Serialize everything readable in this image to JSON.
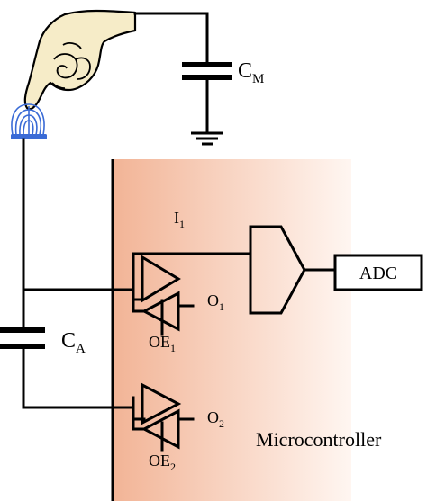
{
  "labels": {
    "cm_main": "C",
    "cm_sub": "M",
    "ca_main": "C",
    "ca_sub": "A",
    "i1_main": "I",
    "i1_sub": "1",
    "o1_main": "O",
    "o1_sub": "1",
    "oe1_main": "OE",
    "oe1_sub": "1",
    "o2_main": "O",
    "o2_sub": "2",
    "oe2_main": "OE",
    "oe2_sub": "2",
    "adc": "ADC",
    "microcontroller": "Microcontroller"
  },
  "colors": {
    "mcu_fill_left": "#f2b496",
    "mcu_fill_right": "#fff6f1",
    "ink": "#000000",
    "electric_field": "#3a6bd6",
    "skin": "#f6ecc8"
  },
  "icons": {
    "finger": "pointing-hand-icon",
    "electrode": "touch-electrode-icon",
    "ground": "ground-icon"
  }
}
